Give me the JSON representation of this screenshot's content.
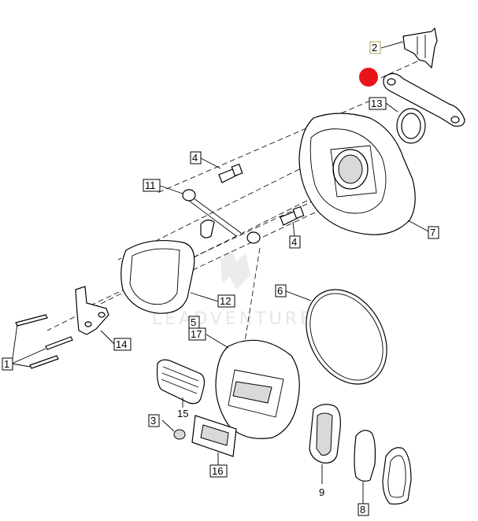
{
  "watermark": {
    "text": "LEADVENTURE"
  },
  "callouts": [
    {
      "id": "1",
      "text": "1"
    },
    {
      "id": "2",
      "text": "2"
    },
    {
      "id": "3",
      "text": "3"
    },
    {
      "id": "4a",
      "text": "4"
    },
    {
      "id": "4b",
      "text": "4"
    },
    {
      "id": "5",
      "text": "5"
    },
    {
      "id": "6",
      "text": "6"
    },
    {
      "id": "7",
      "text": "7"
    },
    {
      "id": "8",
      "text": "8"
    },
    {
      "id": "9",
      "text": "9"
    },
    {
      "id": "11",
      "text": "11"
    },
    {
      "id": "12",
      "text": "12"
    },
    {
      "id": "13",
      "text": "13"
    },
    {
      "id": "14",
      "text": "14"
    },
    {
      "id": "15",
      "text": "15"
    },
    {
      "id": "16",
      "text": "16"
    },
    {
      "id": "17",
      "text": "17"
    }
  ],
  "marker": {
    "color": "#e8141a"
  },
  "colors": {
    "line": "#000000",
    "callout_highlight": "#a7a35a",
    "shade": "#d9d9d9"
  }
}
